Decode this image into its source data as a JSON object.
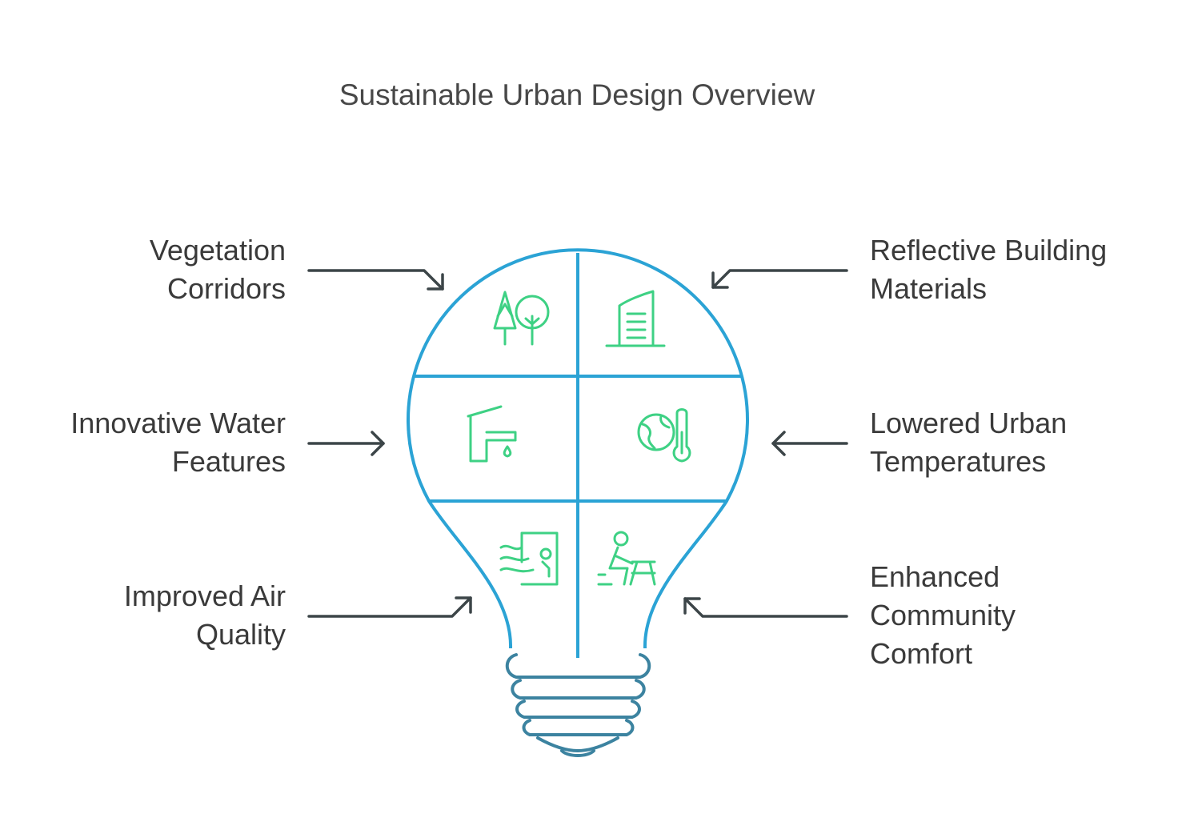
{
  "title": "Sustainable Urban Design Overview",
  "items": {
    "vegetation": {
      "lines": [
        "Vegetation",
        "Corridors"
      ],
      "icon": "trees-icon"
    },
    "reflective": {
      "lines": [
        "Reflective Building",
        "Materials"
      ],
      "icon": "building-icon"
    },
    "water": {
      "lines": [
        "Innovative Water",
        "Features"
      ],
      "icon": "faucet-icon"
    },
    "temperature": {
      "lines": [
        "Lowered Urban",
        "Temperatures"
      ],
      "icon": "globe-thermometer-icon"
    },
    "air": {
      "lines": [
        "Improved Air",
        "Quality"
      ],
      "icon": "wind-door-icon"
    },
    "comfort": {
      "lines": [
        "Enhanced",
        "Community",
        "Comfort"
      ],
      "icon": "person-bench-icon"
    }
  },
  "colors": {
    "bulb": "#2ba3d5",
    "base": "#3c83a0",
    "icon": "#3ed184",
    "arrow": "#3c4548",
    "text": "#3a3a3a"
  }
}
